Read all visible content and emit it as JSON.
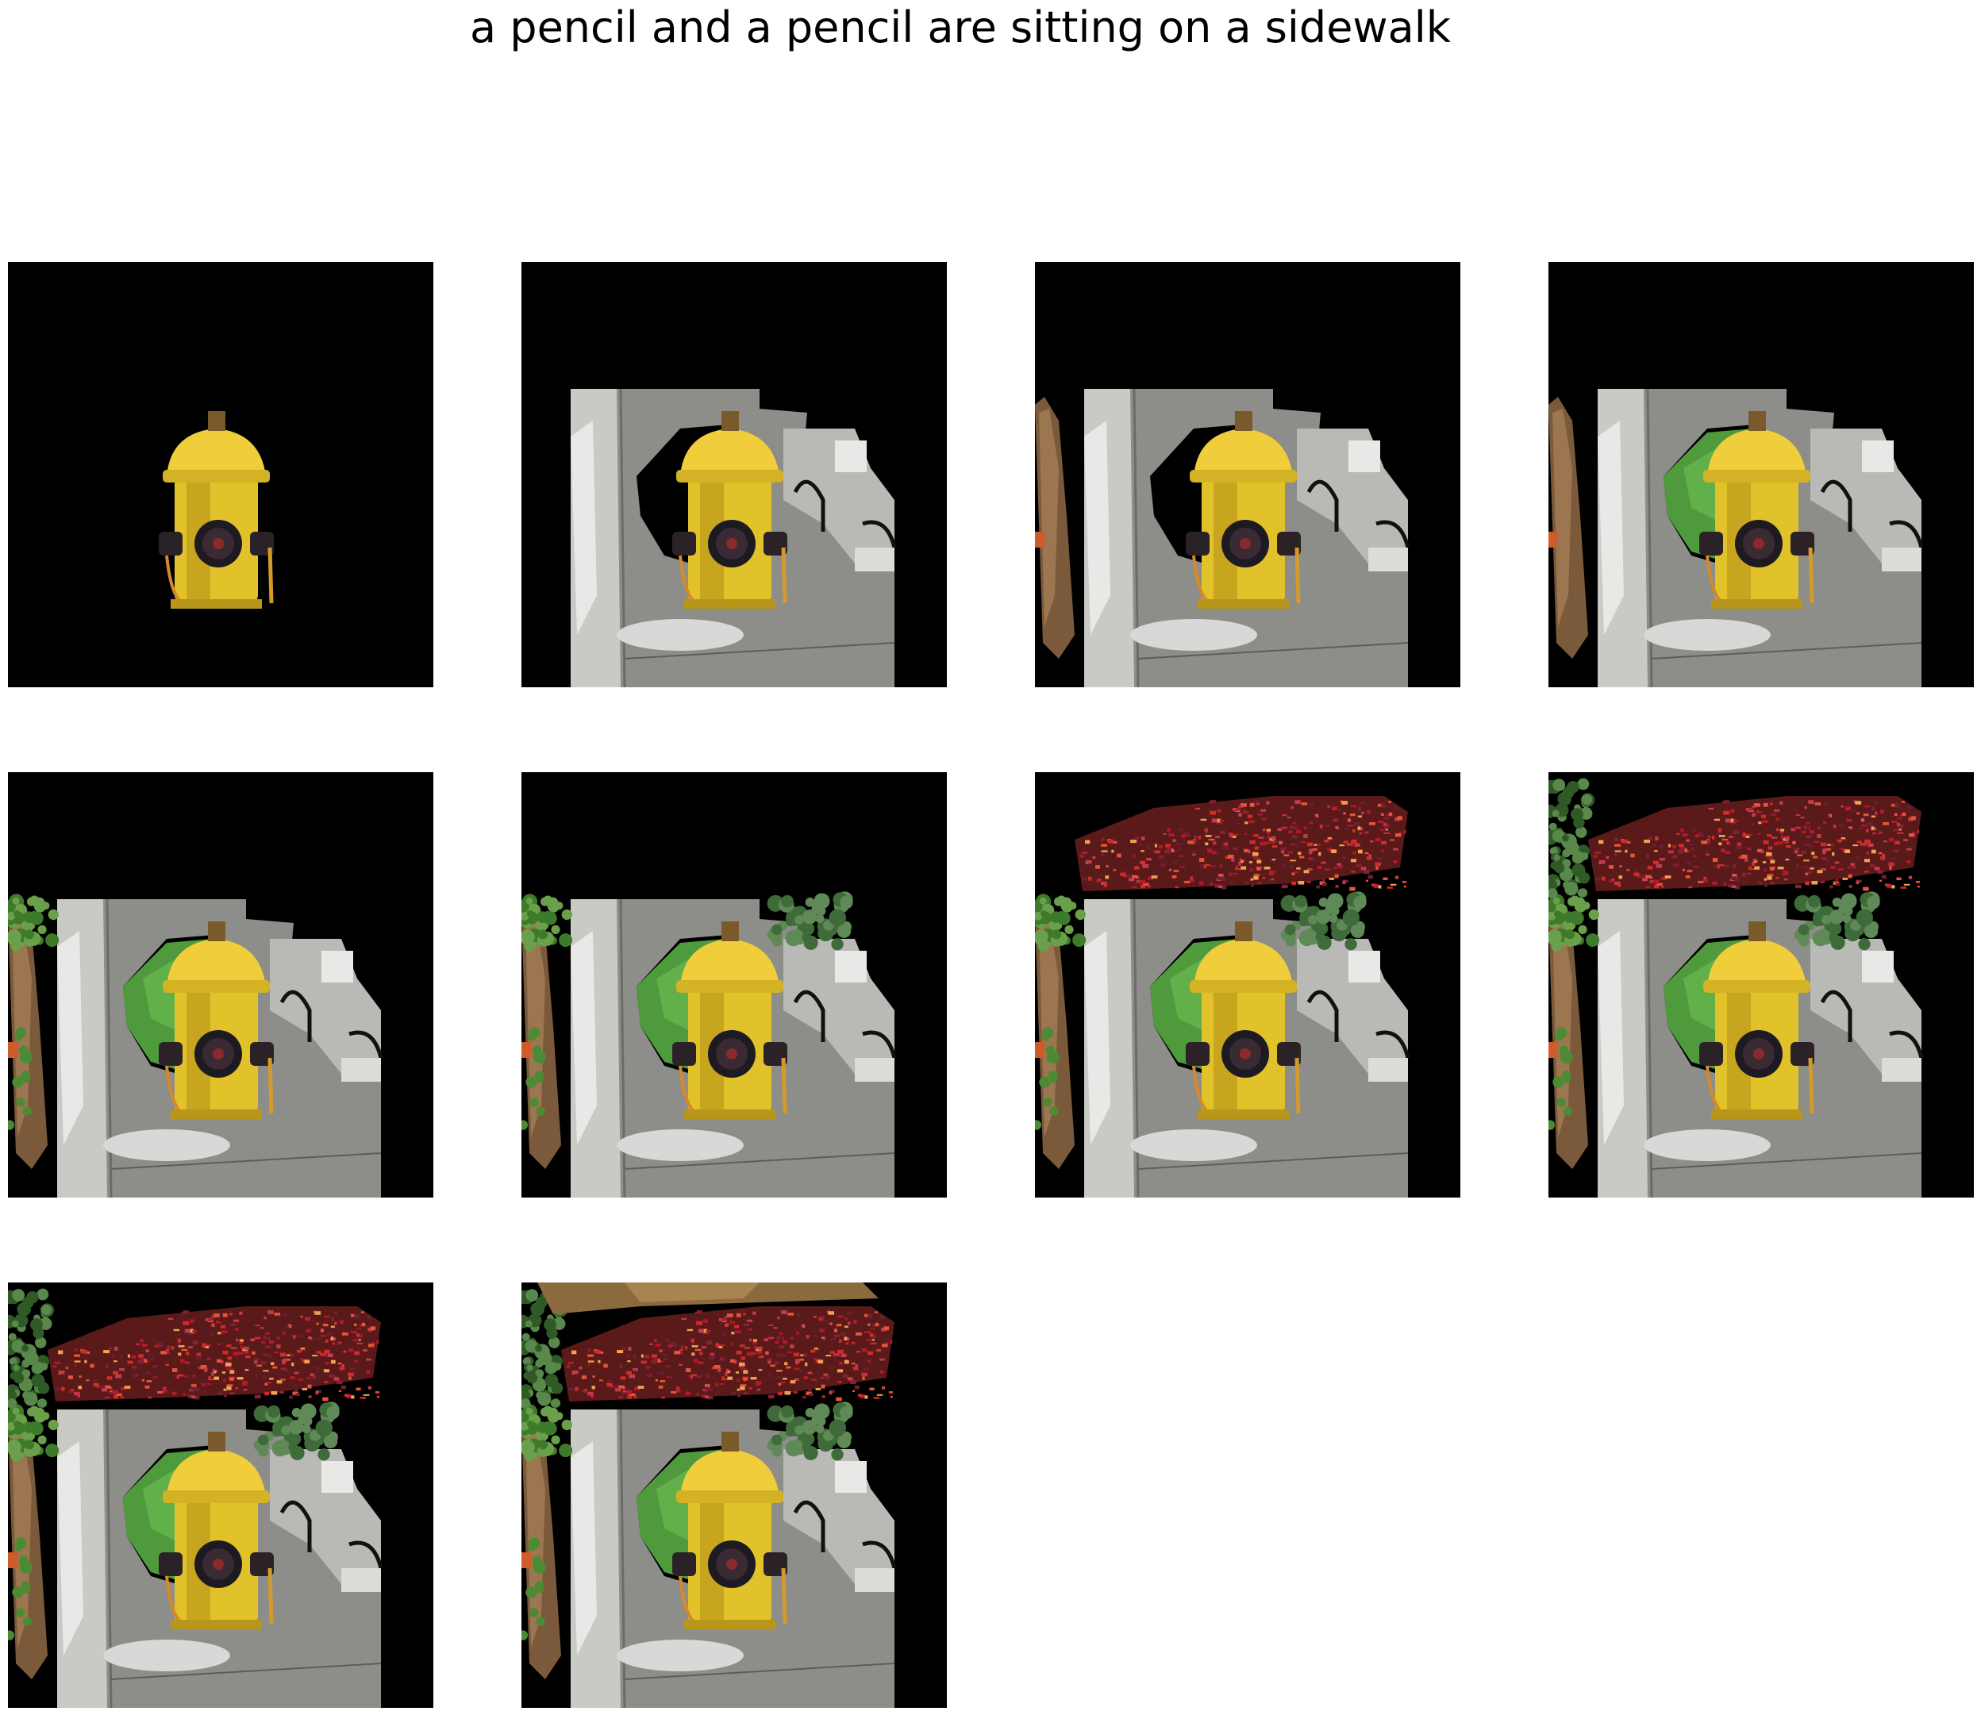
{
  "title": "a pencil and a pencil are sitting on a sidewalk",
  "panels": [
    {
      "index": 1,
      "stage": 1,
      "layers": [
        "hydrant"
      ]
    },
    {
      "index": 2,
      "stage": 2,
      "layers": [
        "hydrant",
        "sidewalk",
        "bench"
      ]
    },
    {
      "index": 3,
      "stage": 3,
      "layers": [
        "hydrant",
        "sidewalk",
        "bench",
        "left-post"
      ]
    },
    {
      "index": 4,
      "stage": 4,
      "layers": [
        "hydrant",
        "sidewalk",
        "bench",
        "left-post",
        "grass"
      ]
    },
    {
      "index": 5,
      "stage": 5,
      "layers": [
        "hydrant",
        "sidewalk",
        "bench",
        "left-post",
        "grass",
        "left-foliage"
      ]
    },
    {
      "index": 6,
      "stage": 6,
      "layers": [
        "hydrant",
        "sidewalk",
        "bench",
        "left-post",
        "grass",
        "left-foliage",
        "shrub"
      ]
    },
    {
      "index": 7,
      "stage": 7,
      "layers": [
        "hydrant",
        "sidewalk",
        "bench",
        "left-post",
        "grass",
        "left-foliage",
        "shrub",
        "red-flowers"
      ]
    },
    {
      "index": 8,
      "stage": 8,
      "layers": [
        "hydrant",
        "sidewalk",
        "bench",
        "left-post",
        "grass",
        "left-foliage",
        "shrub",
        "red-flowers",
        "tree"
      ]
    },
    {
      "index": 9,
      "stage": 9,
      "layers": [
        "hydrant",
        "sidewalk",
        "bench",
        "left-post",
        "grass",
        "left-foliage",
        "shrub",
        "red-flowers",
        "tree"
      ]
    },
    {
      "index": 10,
      "stage": 10,
      "layers": [
        "hydrant",
        "sidewalk",
        "bench",
        "left-post",
        "grass",
        "left-foliage",
        "shrub",
        "red-flowers",
        "tree",
        "top-soil"
      ]
    }
  ]
}
